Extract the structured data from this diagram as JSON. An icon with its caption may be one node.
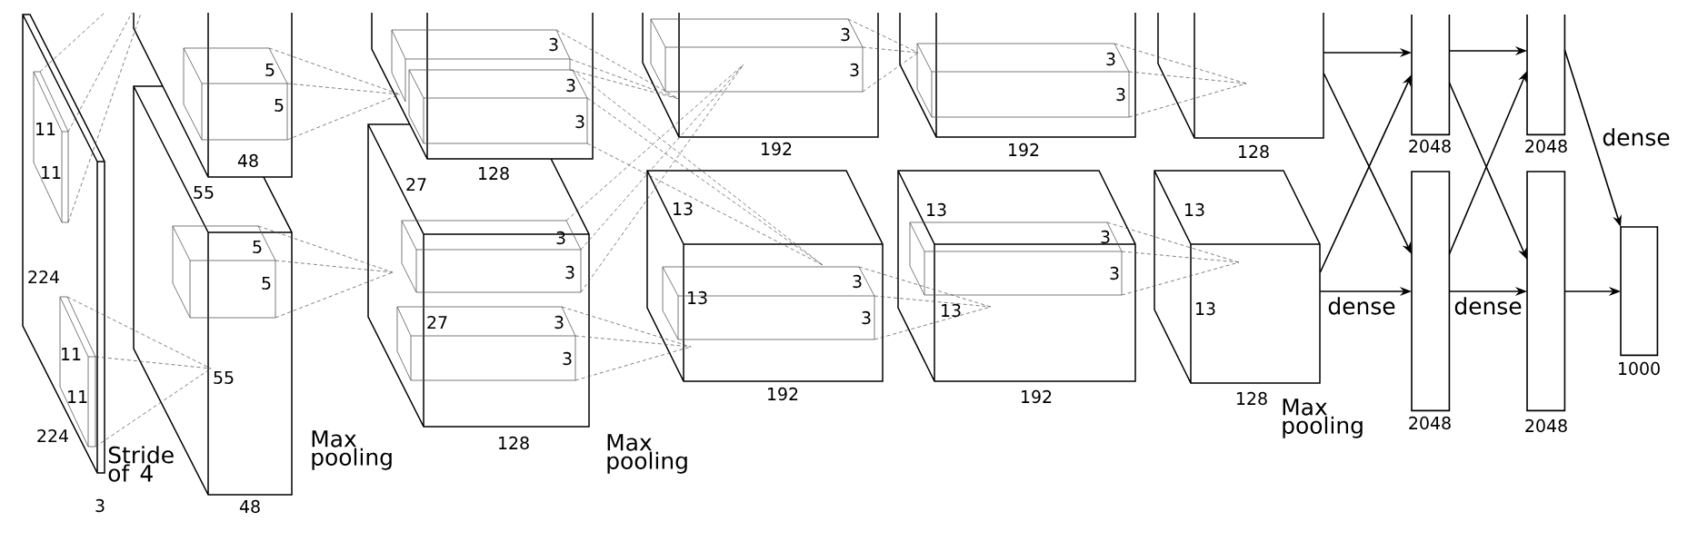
{
  "diagram": {
    "nodes": [
      {
        "text": [],
        "shape": "box",
        "beside": [
          "128"
        ]
      },
      {
        "text": [],
        "shape": "box",
        "beside": [
          "128"
        ]
      },
      {
        "text": [],
        "shape": "box",
        "beside": [
          "2048"
        ]
      },
      {
        "text": [],
        "shape": "box",
        "beside": [
          "2048"
        ]
      },
      {
        "text": [],
        "shape": "box",
        "beside": [
          "2048"
        ]
      },
      {
        "text": [],
        "shape": "box",
        "beside": [
          "2048"
        ]
      },
      {
        "text": [],
        "shape": "box",
        "beside": [
          "1000"
        ]
      }
    ],
    "edges": [
      {
        "from": 0,
        "to": 2,
        "arrow": "to"
      },
      {
        "from": 0,
        "to": 3,
        "arrow": "to"
      },
      {
        "from": 1,
        "to": 2,
        "arrow": "to"
      },
      {
        "from": 1,
        "to": 3,
        "arrow": "to",
        "label": "dense"
      },
      {
        "from": 2,
        "to": 4,
        "arrow": "to"
      },
      {
        "from": 2,
        "to": 5,
        "arrow": "to"
      },
      {
        "from": 3,
        "to": 4,
        "arrow": "to"
      },
      {
        "from": 3,
        "to": 5,
        "arrow": "to",
        "label": "dense"
      },
      {
        "from": 4,
        "to": 6,
        "arrow": "to",
        "label": "dense"
      },
      {
        "from": 5,
        "to": 6,
        "arrow": "to"
      }
    ],
    "labels": [
      "11",
      "11",
      "224",
      "11",
      "11",
      "224",
      "3",
      "Stride of 4",
      "5",
      "5",
      "48",
      "55",
      "5",
      "5",
      "55",
      "48",
      "Max pooling",
      "3",
      "3",
      "3",
      "27",
      "128",
      "3",
      "3",
      "27",
      "3",
      "3",
      "128",
      "Max pooling",
      "3",
      "3",
      "192",
      "13",
      "13",
      "3",
      "3",
      "192",
      "3",
      "3",
      "192",
      "13",
      "3",
      "13",
      "3",
      "192",
      "13",
      "13",
      "Max pooling"
    ]
  }
}
